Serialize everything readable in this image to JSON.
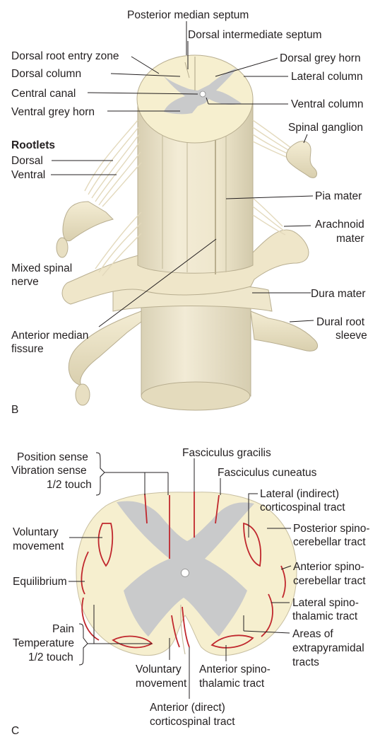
{
  "panel_b": {
    "letter": "B",
    "labels": {
      "posterior_median_septum": "Posterior median septum",
      "dorsal_intermediate_septum": "Dorsal intermediate septum",
      "dorsal_root_entry_zone": "Dorsal root entry zone",
      "dorsal_column": "Dorsal column",
      "central_canal": "Central canal",
      "ventral_grey_horn": "Ventral grey horn",
      "dorsal_grey_horn": "Dorsal grey horn",
      "lateral_column": "Lateral column",
      "ventral_column": "Ventral column",
      "spinal_ganglion": "Spinal ganglion",
      "rootlets": "Rootlets",
      "dorsal": "Dorsal",
      "ventral": "Ventral",
      "pia_mater": "Pia mater",
      "arachnoid_1": "Arachnoid",
      "arachnoid_2": "mater",
      "mixed_spinal_nerve_1": "Mixed spinal",
      "mixed_spinal_nerve_2": "nerve",
      "dura_mater": "Dura mater",
      "dural_root_sleeve_1": "Dural root",
      "dural_root_sleeve_2": "sleeve",
      "anterior_median_fissure_1": "Anterior median",
      "anterior_median_fissure_2": "fissure"
    }
  },
  "panel_c": {
    "letter": "C",
    "labels": {
      "position_sense": "Position sense",
      "vibration_sense": "Vibration sense",
      "half_touch_top": "1/2 touch",
      "fasciculus_gracilis": "Fasciculus gracilis",
      "fasciculus_cuneatus": "Fasciculus cuneatus",
      "lateral_cst_1": "Lateral (indirect)",
      "lateral_cst_2": "corticospinal tract",
      "post_spinocerebellar_1": "Posterior spino-",
      "post_spinocerebellar_2": "cerebellar tract",
      "voluntary_movement_left_1": "Voluntary",
      "voluntary_movement_left_2": "movement",
      "equilibrium": "Equilibrium",
      "ant_spinocerebellar_1": "Anterior spino-",
      "ant_spinocerebellar_2": "cerebellar tract",
      "lat_spinothalamic_1": "Lateral spino-",
      "lat_spinothalamic_2": "thalamic tract",
      "pain": "Pain",
      "temperature": "Temperature",
      "half_touch_bottom": "1/2 touch",
      "extrapyramidal_1": "Areas of",
      "extrapyramidal_2": "extrapyramidal",
      "extrapyramidal_3": "tracts",
      "voluntary_movement_bottom_1": "Voluntary",
      "voluntary_movement_bottom_2": "movement",
      "ant_spinothalamic_1": "Anterior spino-",
      "ant_spinothalamic_2": "thalamic tract",
      "ant_cst_1": "Anterior (direct)",
      "ant_cst_2": "corticospinal tract"
    }
  },
  "colors": {
    "white_matter": "#f6efcf",
    "cord_light": "#f1ead3",
    "cord_shade": "#ded5b8",
    "grey_matter": "#c9cacb",
    "tract_line": "#c0272d",
    "text": "#231f20"
  }
}
